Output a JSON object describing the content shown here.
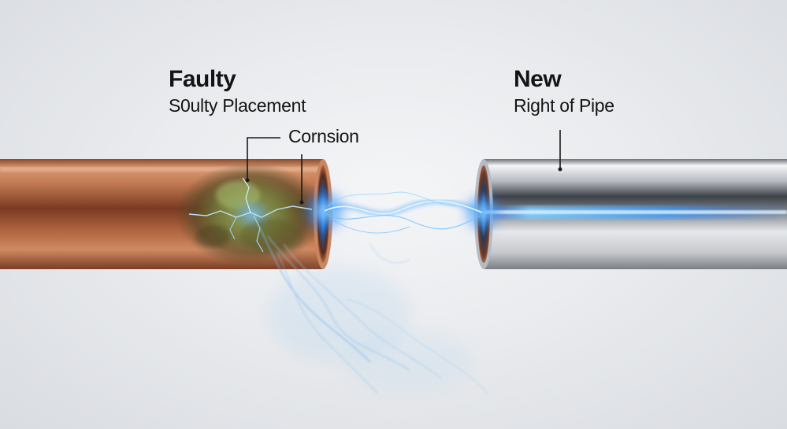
{
  "faulty": {
    "title": "Faulty",
    "subtitle": "S0ulty Placement",
    "callout": "Cornsion"
  },
  "new": {
    "title": "New",
    "subtitle": "Right of Pipe"
  },
  "colors": {
    "copper": "#b86a44",
    "corrosion": "#7d8c4a",
    "steel": "#c9ccd0",
    "spark": "#3aa0ff",
    "background": "#eceef1"
  },
  "icons": [
    "copper-pipe",
    "steel-pipe",
    "electric-spark",
    "corrosion-stain"
  ]
}
